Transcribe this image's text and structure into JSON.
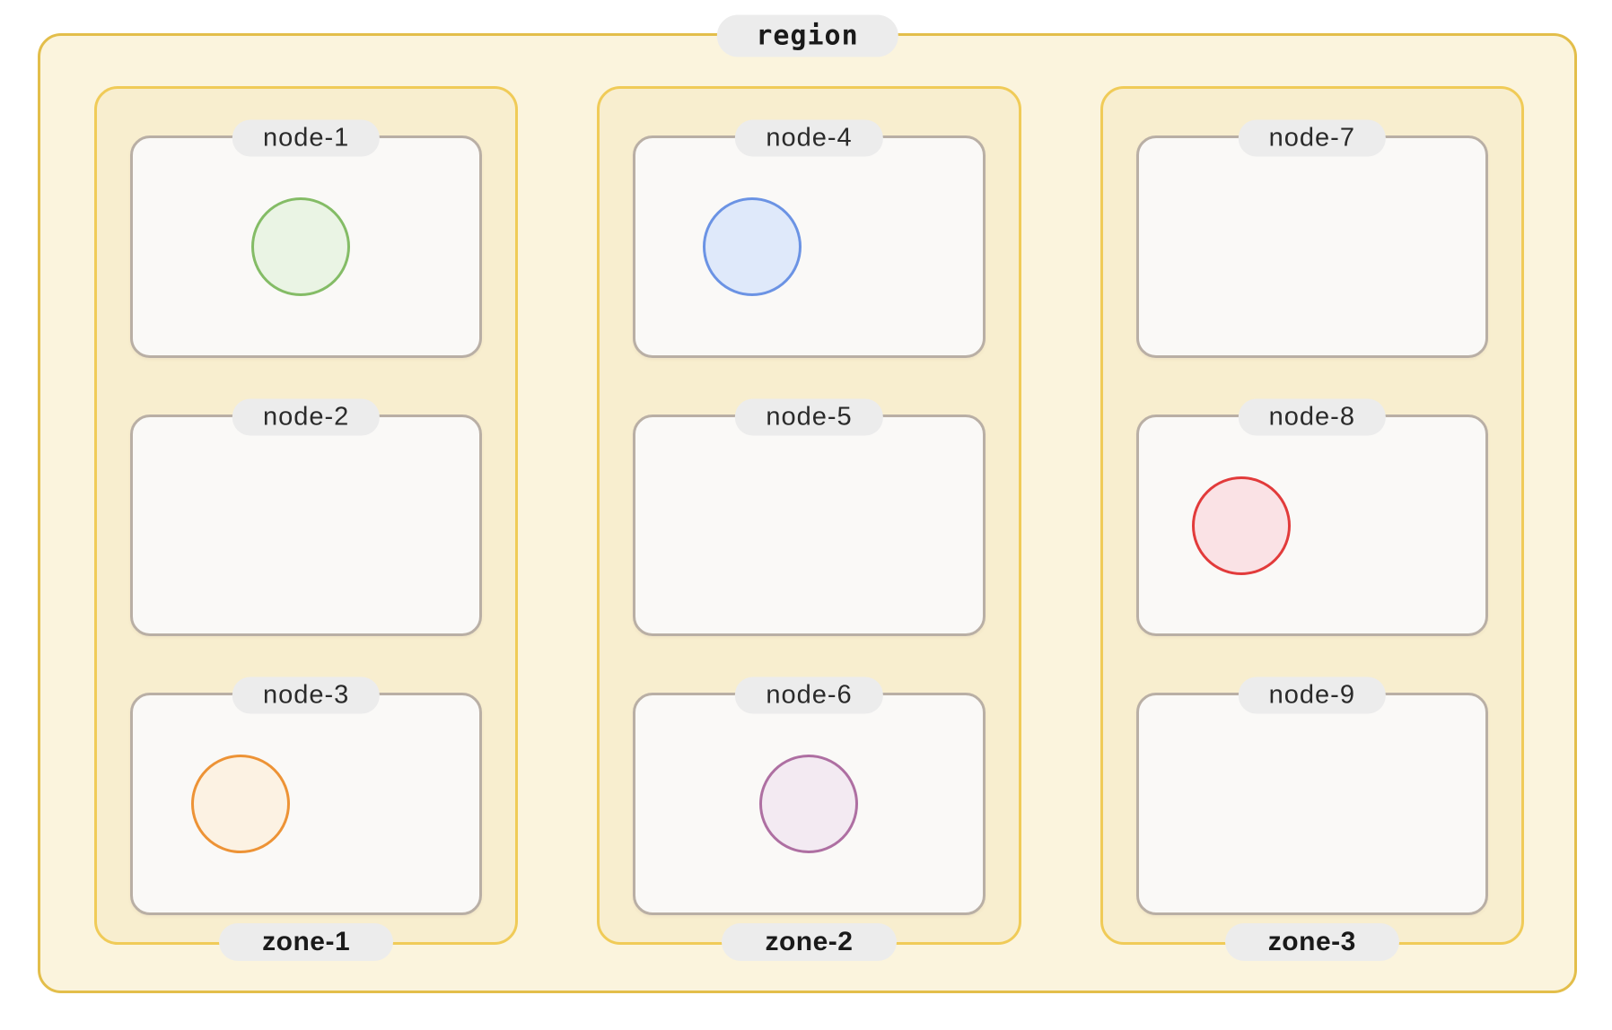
{
  "region": {
    "label": "region",
    "colors": {
      "region_background": "#FBF4DD",
      "region_border": "#E3BE4A",
      "zone_background": "#F8EECF",
      "zone_border": "#F0CB58",
      "node_background": "#FAF9F7",
      "node_border": "#B9AFA5",
      "label_pill_background": "#ECECEC",
      "label_text": "#1A1A1A"
    },
    "zones": [
      {
        "label": "zone-1",
        "nodes": [
          {
            "label": "node-1",
            "pod": {
              "color": "green",
              "stroke": "#84BC66",
              "fill": "#EAF4E4",
              "cx_percent": 48.5
            }
          },
          {
            "label": "node-2",
            "pod": null
          },
          {
            "label": "node-3",
            "pod": {
              "color": "orange",
              "stroke": "#ED9336",
              "fill": "#FCF2E3",
              "cx_percent": 31
            }
          }
        ]
      },
      {
        "label": "zone-2",
        "nodes": [
          {
            "label": "node-4",
            "pod": {
              "color": "blue",
              "stroke": "#6B93E4",
              "fill": "#DFE9FA",
              "cx_percent": 33.5
            }
          },
          {
            "label": "node-5",
            "pod": null
          },
          {
            "label": "node-6",
            "pod": {
              "color": "plum",
              "stroke": "#AE6FA2",
              "fill": "#F3EAF2",
              "cx_percent": 50
            }
          }
        ]
      },
      {
        "label": "zone-3",
        "nodes": [
          {
            "label": "node-7",
            "pod": null
          },
          {
            "label": "node-8",
            "pod": {
              "color": "red",
              "stroke": "#E23B3B",
              "fill": "#FAE2E5",
              "cx_percent": 29.5
            }
          },
          {
            "label": "node-9",
            "pod": null
          }
        ]
      }
    ]
  }
}
